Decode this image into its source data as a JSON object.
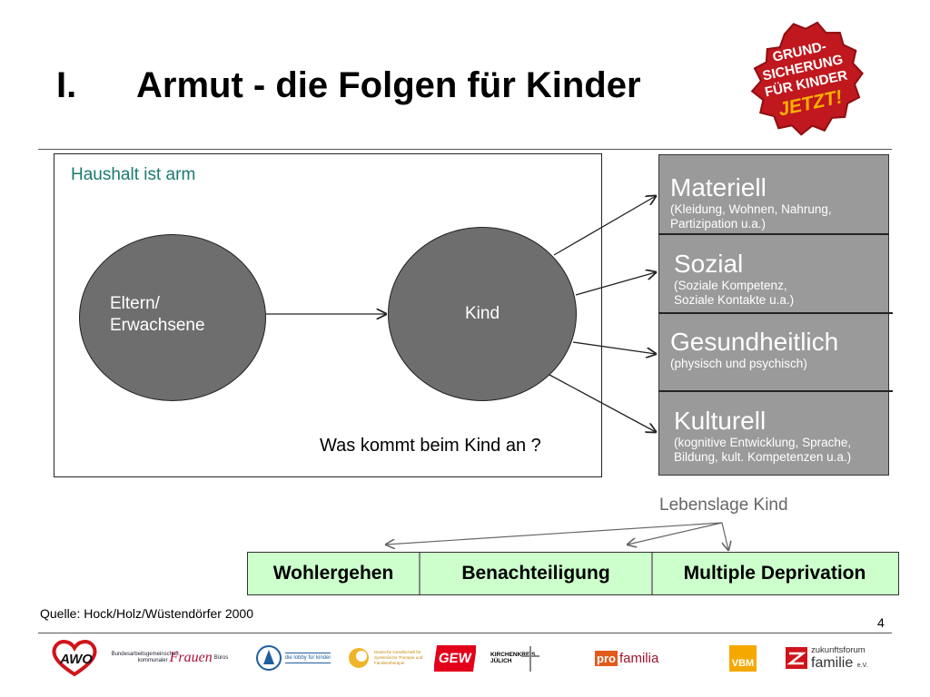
{
  "slide": {
    "title_number": "I.",
    "title": "Armut - die Folgen für Kinder",
    "page_number": "4",
    "source": "Quelle: Hock/Holz/Wüstendörfer 2000"
  },
  "badge": {
    "lines": [
      "GRUND-",
      "SICHERUNG",
      "FÜR KINDER",
      "JETZT!"
    ]
  },
  "diagram": {
    "household_label": "Haushalt ist arm",
    "parents_label_line1": "Eltern/",
    "parents_label_line2": "Erwachsene",
    "child_label": "Kind",
    "question": "Was kommt beim Kind an ?"
  },
  "categories": [
    {
      "title": "Materiell",
      "sub1": "(Kleidung, Wohnen, Nahrung,",
      "sub2": "Partizipation u.a.)"
    },
    {
      "title": "Sozial",
      "sub1": "(Soziale Kompetenz,",
      "sub2": "Soziale Kontakte u.a.)"
    },
    {
      "title": "Gesundheitlich",
      "sub1": "(physisch und psychisch)",
      "sub2": ""
    },
    {
      "title": "Kulturell",
      "sub1": "(kognitive Entwicklung, Sprache,",
      "sub2": "Bildung, kult. Kompetenzen u.a.)"
    }
  ],
  "life_situation": {
    "label": "Lebenslage Kind",
    "outcomes": [
      "Wohlergehen",
      "Benachteiligung",
      "Multiple Deprivation"
    ]
  },
  "logos": {
    "awo": "AWO",
    "bag_small": "Bundesarbeitsgemeinschaft kommunaler",
    "bag_script": "Frauen",
    "bag_suffix": "Büros",
    "lobby": "die lobby für kinder",
    "dgsf": "Deutsche Gesellschaft für Systemische Therapie und Familientherapie",
    "gew": "GEW",
    "kirchenkreis": "KIRCHENKREIS",
    "juelich": "JÜLICH",
    "pro": "pro",
    "familia": "familia",
    "vbm": "VBM",
    "zukunftsforum": "zukunftsforum",
    "familie": "familie",
    "ev": "e.V."
  },
  "colors": {
    "circle_fill": "#6e6e6e",
    "panel_fill": "#9a9a9a",
    "household_label": "#1a7a6e",
    "outcome_fill": "#ccffcc",
    "badge_red": "#c0181e"
  }
}
